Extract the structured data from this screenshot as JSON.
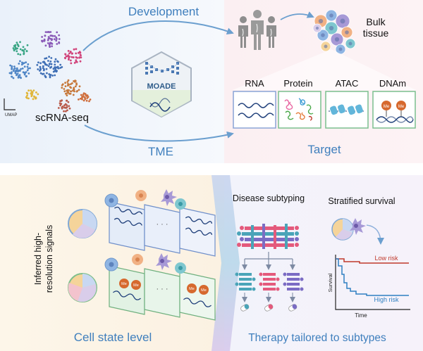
{
  "top": {
    "development_label": "Development",
    "tme_label": "TME",
    "scrna_label": "scRNA-seq",
    "umap_label": "UMAP",
    "moade_label": "MOADE",
    "bulk_label_1": "Bulk",
    "bulk_label_2": "tissue",
    "target_label": "Target",
    "omics": [
      {
        "label": "RNA"
      },
      {
        "label": "Protein"
      },
      {
        "label": "ATAC"
      },
      {
        "label": "DNAm"
      }
    ]
  },
  "bottom": {
    "inferred_label_1": "Inferred high-",
    "inferred_label_2": "resolution signals",
    "cell_state_label": "Cell state level",
    "ellipsis": "· · ·",
    "disease_subtyping_label": "Disease subtyping",
    "stratified_survival_label": "Stratified survival",
    "low_risk_label": "Low risk",
    "high_risk_label": "High risk",
    "survival_axis_label": "Survival",
    "time_axis_label": "Time",
    "therapy_label": "Therapy tailored to subtypes",
    "me_badge": "Me"
  },
  "colors": {
    "title_blue": "#3f7fbd",
    "arrow_blue": "#6b9fcf",
    "rna_border": "#8aa4d6",
    "green_border": "#7bbf8e",
    "low_risk": "#c0392b",
    "high_risk": "#2f7fc1"
  }
}
